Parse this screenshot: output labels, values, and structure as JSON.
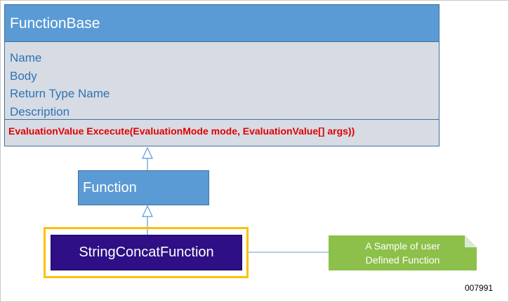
{
  "function_base": {
    "title": "FunctionBase",
    "attributes": [
      "Name",
      "Body",
      "Return Type Name",
      "Description"
    ],
    "method": "EvaluationValue Excecute(EvaluationMode mode, EvaluationValue[] args))"
  },
  "function_box": {
    "title": "Function"
  },
  "string_concat": {
    "title": "StringConcatFunction"
  },
  "note": {
    "lines": [
      "A Sample of user",
      "Defined Function"
    ]
  },
  "figure_id": "007991",
  "colors": {
    "class_header": "#5b9bd5",
    "class_body": "#d6dbe4",
    "attribute_text": "#2e74b5",
    "method_text": "#e00000",
    "subclass_fill": "#2e0f85",
    "highlight_border": "#ffc000",
    "note_fill": "#8cc04a",
    "connector": "#5b9bd5"
  }
}
